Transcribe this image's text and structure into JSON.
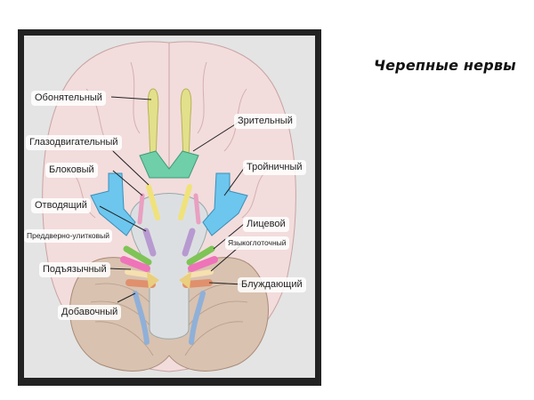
{
  "slide": {
    "title": "Черепные нервы"
  },
  "diagram": {
    "subject": "brain-inferior-view",
    "labels": [
      {
        "id": "olfactory",
        "text": "Обонятельный",
        "color": "#e2e08a"
      },
      {
        "id": "optic",
        "text": "Зрительный",
        "color": "#6fcfa8"
      },
      {
        "id": "oculomotor",
        "text": "Глазодвигательный",
        "color": "#f0e27a"
      },
      {
        "id": "trochlear",
        "text": "Блоковый",
        "color": "#e9a0c0"
      },
      {
        "id": "trigeminal",
        "text": "Тройничный",
        "color": "#6cc6ee"
      },
      {
        "id": "abducens",
        "text": "Отводящий",
        "color": "#b79ad0"
      },
      {
        "id": "facial",
        "text": "Лицевой",
        "color": "#7ec456"
      },
      {
        "id": "vestibulocochlear",
        "text": "Преддверно-улитковый",
        "color": "#ef73b8"
      },
      {
        "id": "glossopharyngeal",
        "text": "Языкоглоточный",
        "color": "#f6e0b0"
      },
      {
        "id": "hypoglossal",
        "text": "Подъязычный",
        "color": "#e0906c"
      },
      {
        "id": "vagus",
        "text": "Блуждающий",
        "color": "#e9cf7e"
      },
      {
        "id": "accessory",
        "text": "Добавочный",
        "color": "#8fb0d8"
      }
    ]
  }
}
